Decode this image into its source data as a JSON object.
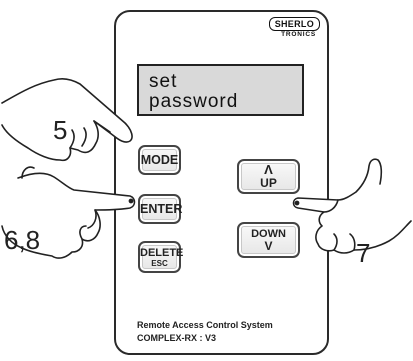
{
  "brand": {
    "name": "SHERLO",
    "subname": "TRONICS"
  },
  "display": {
    "line1": "set",
    "line2": "password"
  },
  "buttons": {
    "mode": "MODE",
    "enter": "ENTER",
    "delete": "DELETE",
    "delete_sub": "ESC",
    "up_arrow": "Λ",
    "up": "UP",
    "down": "DOWN",
    "down_arrow": "V"
  },
  "caption": {
    "line1": "Remote Access Control System",
    "line2": "COMPLEX-RX : V3"
  },
  "callouts": {
    "mode_step": "5",
    "enter_step": "6,8",
    "down_step": "7"
  },
  "icons": [
    "pointing-hand-icon"
  ]
}
